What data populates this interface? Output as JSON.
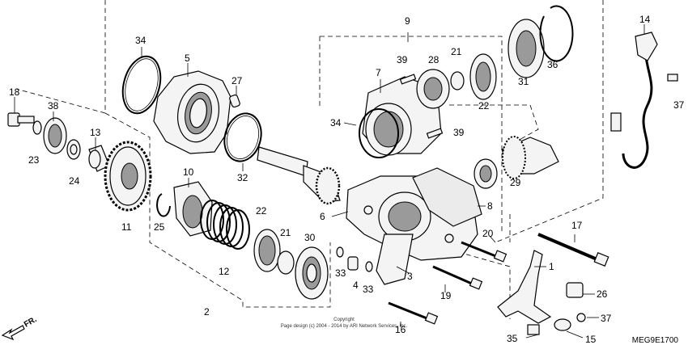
{
  "diagram": {
    "code": "MEG9E1700",
    "copyright_line1": "Copyright",
    "copyright_line2": "Page design (c) 2004 - 2014 by ARI Network Services, Inc.",
    "direction_label": "FR.",
    "callouts": [
      {
        "id": "c1",
        "text": "1"
      },
      {
        "id": "c2",
        "text": "2"
      },
      {
        "id": "c3",
        "text": "3"
      },
      {
        "id": "c4",
        "text": "4"
      },
      {
        "id": "c5",
        "text": "5"
      },
      {
        "id": "c6",
        "text": "6"
      },
      {
        "id": "c7",
        "text": "7"
      },
      {
        "id": "c8",
        "text": "8"
      },
      {
        "id": "c9",
        "text": "9"
      },
      {
        "id": "c10",
        "text": "10"
      },
      {
        "id": "c11",
        "text": "11"
      },
      {
        "id": "c12",
        "text": "12"
      },
      {
        "id": "c13",
        "text": "13"
      },
      {
        "id": "c14",
        "text": "14"
      },
      {
        "id": "c15",
        "text": "15"
      },
      {
        "id": "c16",
        "text": "16"
      },
      {
        "id": "c17",
        "text": "17"
      },
      {
        "id": "c18",
        "text": "18"
      },
      {
        "id": "c19",
        "text": "19"
      },
      {
        "id": "c20",
        "text": "20"
      },
      {
        "id": "c21a",
        "text": "21"
      },
      {
        "id": "c21b",
        "text": "21"
      },
      {
        "id": "c22a",
        "text": "22"
      },
      {
        "id": "c22b",
        "text": "22"
      },
      {
        "id": "c23",
        "text": "23"
      },
      {
        "id": "c24",
        "text": "24"
      },
      {
        "id": "c25",
        "text": "25"
      },
      {
        "id": "c26",
        "text": "26"
      },
      {
        "id": "c27",
        "text": "27"
      },
      {
        "id": "c28",
        "text": "28"
      },
      {
        "id": "c29",
        "text": "29"
      },
      {
        "id": "c30",
        "text": "30"
      },
      {
        "id": "c31",
        "text": "31"
      },
      {
        "id": "c32",
        "text": "32"
      },
      {
        "id": "c33a",
        "text": "33"
      },
      {
        "id": "c33b",
        "text": "33"
      },
      {
        "id": "c34a",
        "text": "34"
      },
      {
        "id": "c34b",
        "text": "34"
      },
      {
        "id": "c35",
        "text": "35"
      },
      {
        "id": "c36",
        "text": "36"
      },
      {
        "id": "c37a",
        "text": "37"
      },
      {
        "id": "c37b",
        "text": "37"
      },
      {
        "id": "c38",
        "text": "38"
      },
      {
        "id": "c39a",
        "text": "39"
      },
      {
        "id": "c39b",
        "text": "39"
      }
    ]
  }
}
